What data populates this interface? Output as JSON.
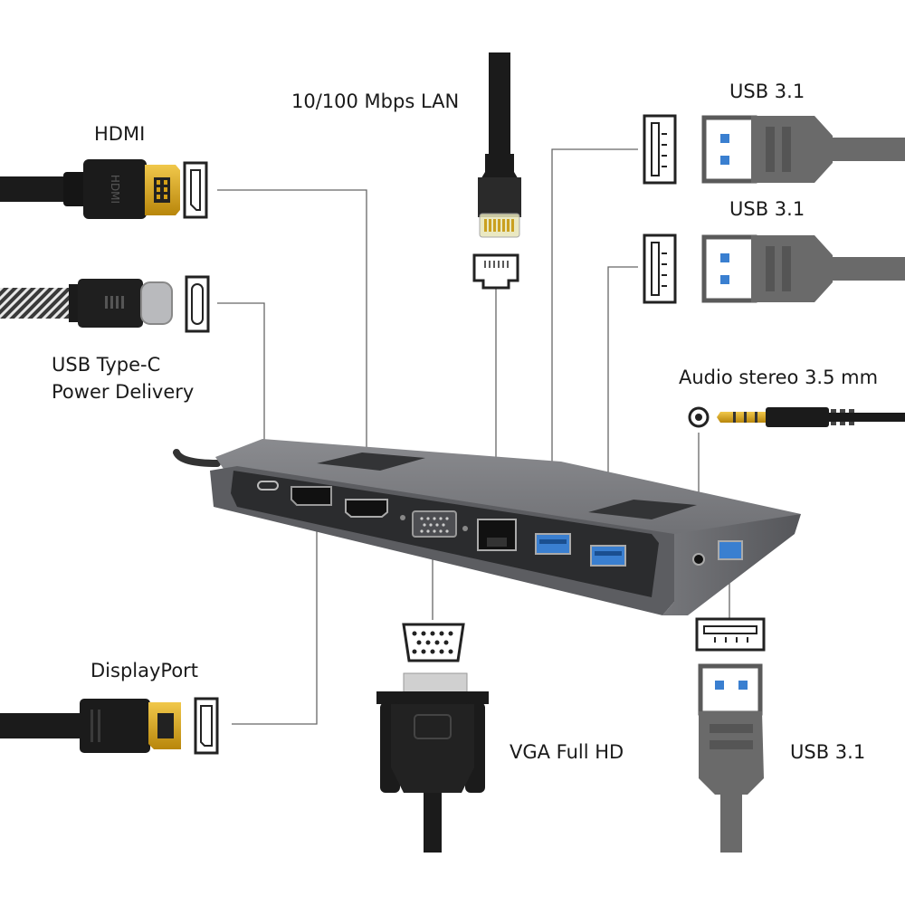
{
  "diagram": {
    "labels": {
      "hdmi": "HDMI",
      "lan": "10/100 Mbps LAN",
      "usb_top_1": "USB 3.1",
      "usb_top_2": "USB 3.1",
      "usb_c_line1": "USB Type-C",
      "usb_c_line2": "Power Delivery",
      "audio": "Audio stereo 3.5 mm",
      "displayport": "DisplayPort",
      "vga": "VGA Full HD",
      "usb_bottom": "USB 3.1"
    },
    "connector_marks": {
      "hdmi_plug": "HDMI"
    },
    "colors": {
      "hub_body": "#6b6c70",
      "port_blue": "#3a7fd0",
      "cable_black": "#1b1b1b",
      "usb_grey": "#6f6f6f",
      "gold": "#d4a017"
    }
  }
}
